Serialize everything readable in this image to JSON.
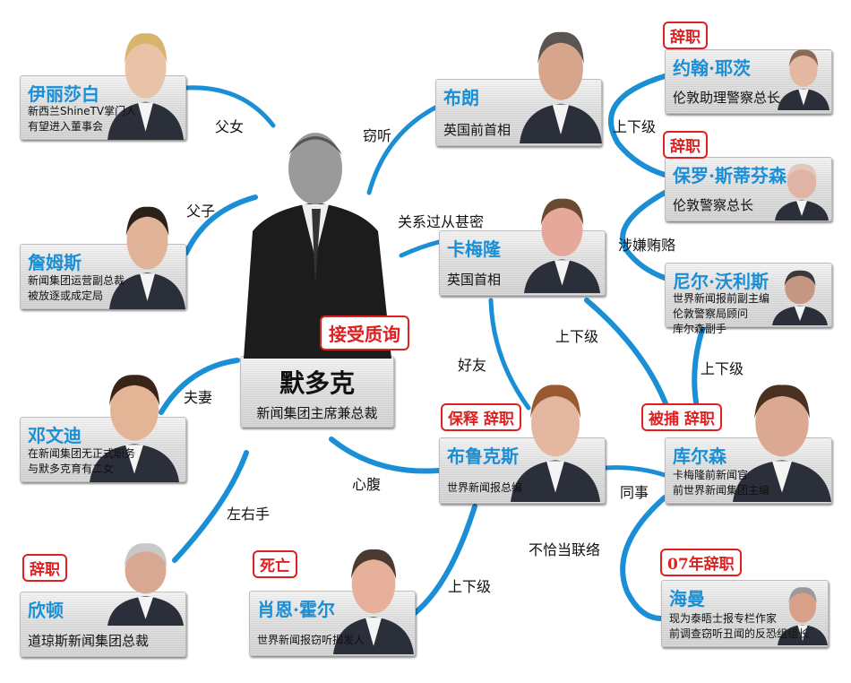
{
  "colors": {
    "link": "#1a8fd6",
    "name": "#1a8fd6",
    "badge": "#e02020"
  },
  "center": {
    "name": "默多克",
    "desc": "新闻集团主席兼总裁",
    "badge": "接受质询"
  },
  "people": {
    "elizabeth": {
      "name": "伊丽莎白",
      "desc": [
        "新西兰ShineTV掌门人",
        "有望进入董事会"
      ]
    },
    "james": {
      "name": "詹姆斯",
      "desc": [
        "新闻集团运营副总裁",
        "被放逐或成定局"
      ]
    },
    "wendi": {
      "name": "邓文迪",
      "desc": [
        "在新闻集团无正式职务",
        "与默多克育有二女"
      ]
    },
    "hinton": {
      "name": "欣顿",
      "desc": [
        "道琼斯新闻集团总裁"
      ],
      "badge": "辞职"
    },
    "brown": {
      "name": "布朗",
      "desc": [
        "英国前首相"
      ]
    },
    "cameron": {
      "name": "卡梅隆",
      "desc": [
        "英国首相"
      ]
    },
    "yates": {
      "name": "约翰·耶茨",
      "desc": [
        "伦敦助理警察总长"
      ],
      "badge": "辞职"
    },
    "stephenson": {
      "name": "保罗·斯蒂芬森",
      "desc": [
        "伦敦警察总长"
      ],
      "badge": "辞职"
    },
    "wallis": {
      "name": "尼尔·沃利斯",
      "desc": [
        "世界新闻报前副主编",
        "伦敦警察局顾问",
        "库尔森副手"
      ]
    },
    "brooks": {
      "name": "布鲁克斯",
      "desc": [
        "世界新闻报总编"
      ],
      "badge": "保释  辞职"
    },
    "coulson": {
      "name": "库尔森",
      "desc": [
        "卡梅隆前新闻官",
        "前世界新闻集团主编"
      ],
      "badge": "被捕  辞职"
    },
    "hoare": {
      "name": "肖恩·霍尔",
      "desc": [
        "世界新闻报窃听揭发人"
      ],
      "badge": "死亡"
    },
    "hayman": {
      "name": "海曼",
      "desc": [
        "现为泰晤士报专栏作家",
        "前调查窃听丑闻的反恐组组长"
      ],
      "badge": "07年辞职"
    }
  },
  "relations": {
    "father_daughter": "父女",
    "father_son": "父子",
    "husband_wife": "夫妻",
    "right_hand": "左右手",
    "wiretap": "窃听",
    "too_close": "关系过从甚密",
    "confidant": "心腹",
    "good_friend": "好友",
    "superior1": "上下级",
    "bribery": "涉嫌贿赂",
    "superior2": "上下级",
    "superior3": "上下级",
    "colleague": "同事",
    "improper_contact": "不恰当联络",
    "superior4": "上下级"
  }
}
